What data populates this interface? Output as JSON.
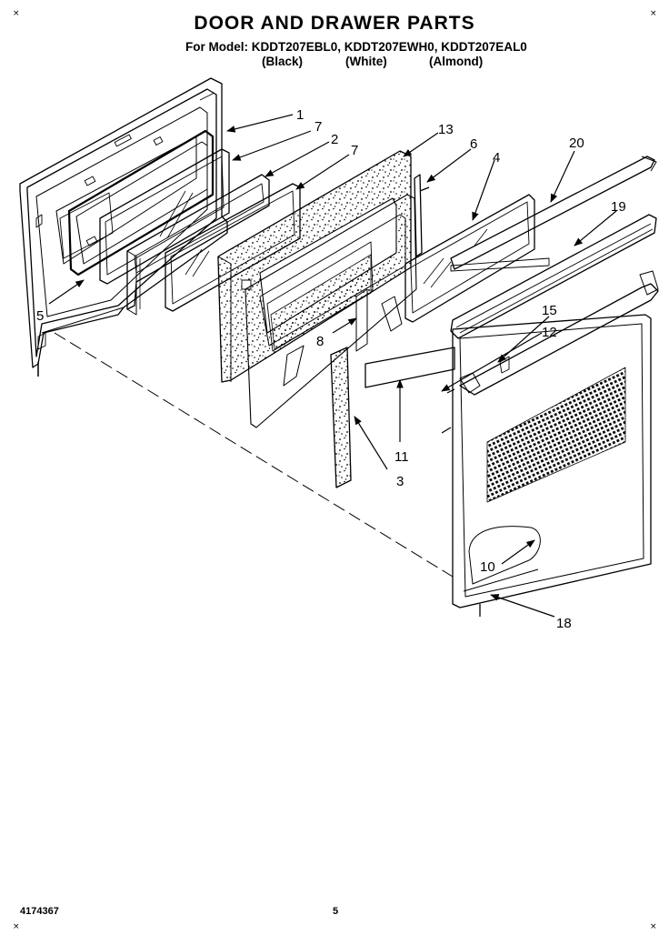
{
  "header": {
    "title": "DOOR AND DRAWER PARTS",
    "models": "For Model: KDDT207EBL0, KDDT207EWH0, KDDT207EAL0",
    "colors": [
      "(Black)",
      "(White)",
      "(Almond)"
    ]
  },
  "corner_mark": "×",
  "footer": {
    "doc_number": "4174367",
    "page_number": "5"
  },
  "callouts": [
    "1",
    "7",
    "2",
    "7",
    "13",
    "6",
    "4",
    "20",
    "19",
    "5",
    "15",
    "12",
    "8",
    "11",
    "3",
    "10",
    "18"
  ]
}
